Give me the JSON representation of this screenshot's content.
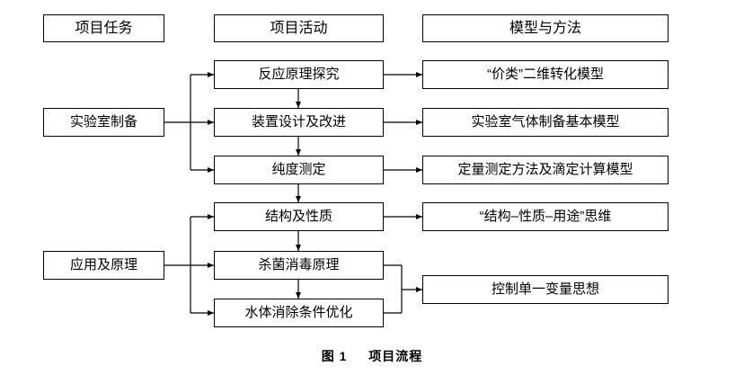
{
  "figure": {
    "caption_label": "图 1",
    "caption_title": "项目流程"
  },
  "columns": {
    "headers": [
      {
        "id": "col-header-task",
        "label": "项目任务"
      },
      {
        "id": "col-header-activity",
        "label": "项目活动"
      },
      {
        "id": "col-header-model",
        "label": "模型与方法"
      }
    ]
  },
  "nodes": {
    "tasks": [
      {
        "id": "task-lab-prep",
        "label": "实验室制备"
      },
      {
        "id": "task-application",
        "label": "应用及原理"
      }
    ],
    "activities": [
      {
        "id": "activity-reaction-principle",
        "label": "反应原理探究"
      },
      {
        "id": "activity-device-design",
        "label": "装置设计及改进"
      },
      {
        "id": "activity-purity-test",
        "label": "纯度测定"
      },
      {
        "id": "activity-structure-property",
        "label": "结构及性质"
      },
      {
        "id": "activity-disinfection",
        "label": "杀菌消毒原理"
      },
      {
        "id": "activity-water-optimization",
        "label": "水体消除条件优化"
      }
    ],
    "models": [
      {
        "id": "model-valence-category",
        "label": "“价类”二维转化模型"
      },
      {
        "id": "model-lab-gas-prep",
        "label": "实验室气体制备基本模型"
      },
      {
        "id": "model-quantitative-titration",
        "label": "定量测定方法及滴定计算模型"
      },
      {
        "id": "model-structure-property-use",
        "label": "“结构–性质–用途”思维"
      },
      {
        "id": "model-single-variable",
        "label": "控制单一变量思想"
      }
    ]
  }
}
